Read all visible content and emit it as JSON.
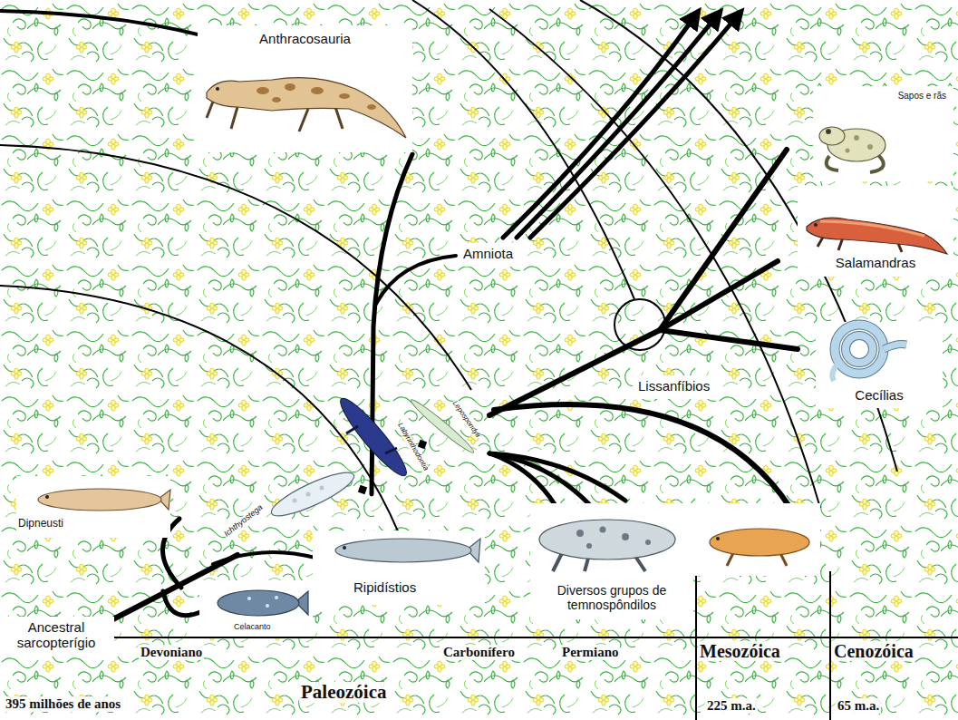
{
  "diagram": {
    "nodes": [
      {
        "text": [
          "Anthracosauria"
        ]
      },
      {
        "text": [
          "Sapos e rãs"
        ]
      },
      {
        "text": [
          "Amniota"
        ]
      },
      {
        "text": [
          "Salamandras"
        ]
      },
      {
        "text": [
          "Lissanfíbios"
        ]
      },
      {
        "text": [
          "Cecílias"
        ]
      },
      {
        "text": [
          "Dipneusti"
        ]
      },
      {
        "text": [
          "Ripidístios"
        ]
      },
      {
        "text": [
          "Diversos grupos de temnospôndilos"
        ]
      },
      {
        "text": [
          "Celacanto"
        ]
      },
      {
        "text": [
          "Ancestral sarcopterígio"
        ]
      }
    ],
    "labels": [
      "Ichthyostega",
      "Labyrinthodontia",
      "Lepospondyli",
      "Devoniano",
      "Carbonífero",
      "Permiano",
      "Mesozóica",
      "Cenozóica",
      "Paleozóica",
      "395 milhões de anos",
      "225 m.a.",
      "65 m.a."
    ]
  }
}
